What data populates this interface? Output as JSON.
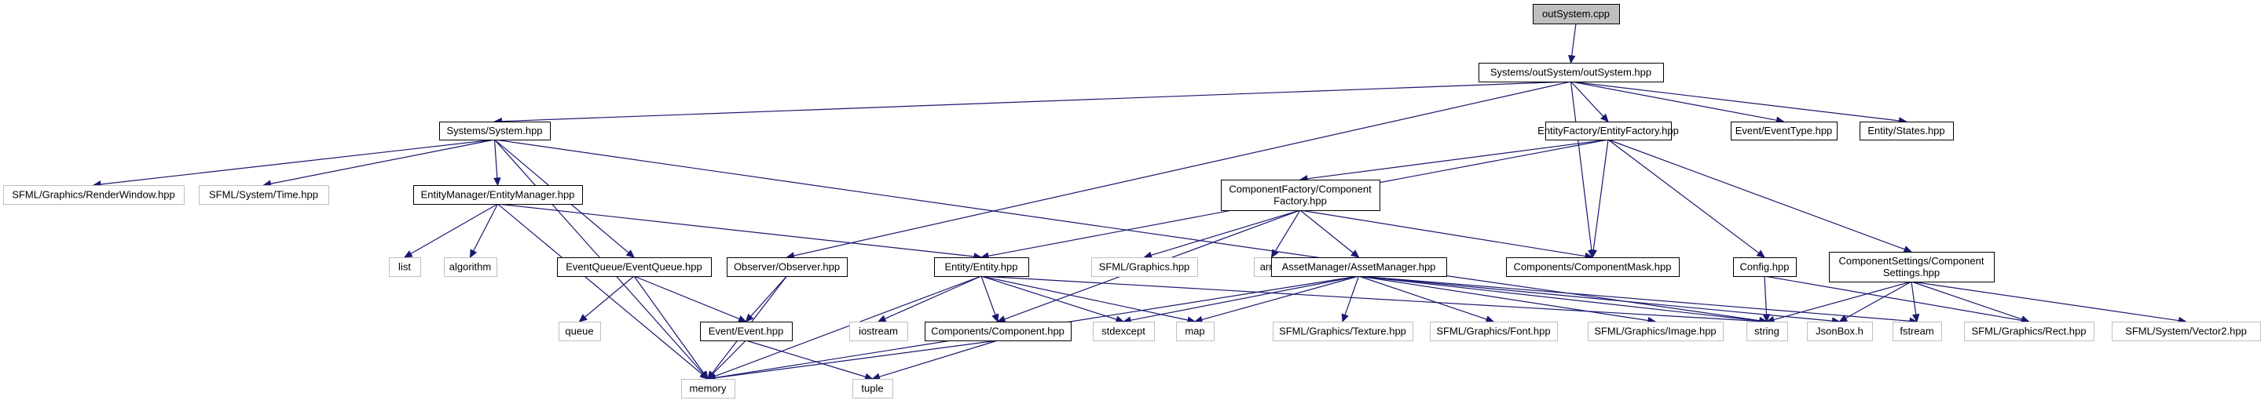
{
  "diagram": {
    "title": "",
    "colors": {
      "edge": "#191970",
      "root_fill": "#bfbfbf",
      "linked_border": "#000000",
      "system_border": "#bfbfbf",
      "node_fill": "#ffffff"
    },
    "nodes": [
      {
        "id": "root",
        "lines": [
          "outSystem.cpp"
        ],
        "kind": "root"
      },
      {
        "id": "outsys",
        "lines": [
          "Systems/outSystem/outSystem.hpp"
        ],
        "kind": "linked"
      },
      {
        "id": "system",
        "lines": [
          "Systems/System.hpp"
        ],
        "kind": "linked"
      },
      {
        "id": "entfactory",
        "lines": [
          "EntityFactory/EntityFactory.hpp"
        ],
        "kind": "linked"
      },
      {
        "id": "eventtype",
        "lines": [
          "Event/EventType.hpp"
        ],
        "kind": "linked"
      },
      {
        "id": "states",
        "lines": [
          "Entity/States.hpp"
        ],
        "kind": "linked"
      },
      {
        "id": "renderwindow",
        "lines": [
          "SFML/Graphics/RenderWindow.hpp"
        ],
        "kind": "system"
      },
      {
        "id": "time",
        "lines": [
          "SFML/System/Time.hpp"
        ],
        "kind": "system"
      },
      {
        "id": "entmanager",
        "lines": [
          "EntityManager/EntityManager.hpp"
        ],
        "kind": "linked"
      },
      {
        "id": "compfactory",
        "lines": [
          "ComponentFactory/Component",
          "Factory.hpp"
        ],
        "kind": "linked"
      },
      {
        "id": "compsettings",
        "lines": [
          "ComponentSettings/Component",
          "Settings.hpp"
        ],
        "kind": "linked"
      },
      {
        "id": "list",
        "lines": [
          "list"
        ],
        "kind": "system"
      },
      {
        "id": "algorithm",
        "lines": [
          "algorithm"
        ],
        "kind": "system"
      },
      {
        "id": "eventqueue",
        "lines": [
          "EventQueue/EventQueue.hpp"
        ],
        "kind": "linked"
      },
      {
        "id": "observer",
        "lines": [
          "Observer/Observer.hpp"
        ],
        "kind": "linked"
      },
      {
        "id": "entity",
        "lines": [
          "Entity/Entity.hpp"
        ],
        "kind": "linked"
      },
      {
        "id": "sfmlgraphics",
        "lines": [
          "SFML/Graphics.hpp"
        ],
        "kind": "system"
      },
      {
        "id": "array",
        "lines": [
          "array"
        ],
        "kind": "system"
      },
      {
        "id": "assetmanager",
        "lines": [
          "AssetManager/AssetManager.hpp"
        ],
        "kind": "linked"
      },
      {
        "id": "compmask",
        "lines": [
          "Components/ComponentMask.hpp"
        ],
        "kind": "linked"
      },
      {
        "id": "config",
        "lines": [
          "Config.hpp"
        ],
        "kind": "linked"
      },
      {
        "id": "queue",
        "lines": [
          "queue"
        ],
        "kind": "system"
      },
      {
        "id": "event",
        "lines": [
          "Event/Event.hpp"
        ],
        "kind": "linked"
      },
      {
        "id": "iostream",
        "lines": [
          "iostream"
        ],
        "kind": "system"
      },
      {
        "id": "component",
        "lines": [
          "Components/Component.hpp"
        ],
        "kind": "linked"
      },
      {
        "id": "stdexcept",
        "lines": [
          "stdexcept"
        ],
        "kind": "system"
      },
      {
        "id": "map",
        "lines": [
          "map"
        ],
        "kind": "system"
      },
      {
        "id": "texture",
        "lines": [
          "SFML/Graphics/Texture.hpp"
        ],
        "kind": "system"
      },
      {
        "id": "font",
        "lines": [
          "SFML/Graphics/Font.hpp"
        ],
        "kind": "system"
      },
      {
        "id": "image",
        "lines": [
          "SFML/Graphics/Image.hpp"
        ],
        "kind": "system"
      },
      {
        "id": "string",
        "lines": [
          "string"
        ],
        "kind": "system"
      },
      {
        "id": "jsonbox",
        "lines": [
          "JsonBox.h"
        ],
        "kind": "system"
      },
      {
        "id": "fstream",
        "lines": [
          "fstream"
        ],
        "kind": "system"
      },
      {
        "id": "rect",
        "lines": [
          "SFML/Graphics/Rect.hpp"
        ],
        "kind": "system"
      },
      {
        "id": "vector2",
        "lines": [
          "SFML/System/Vector2.hpp"
        ],
        "kind": "system"
      },
      {
        "id": "memory",
        "lines": [
          "memory"
        ],
        "kind": "system"
      },
      {
        "id": "tuple",
        "lines": [
          "tuple"
        ],
        "kind": "system"
      }
    ],
    "edges": [
      [
        "root",
        "outsys"
      ],
      [
        "outsys",
        "system"
      ],
      [
        "outsys",
        "observer"
      ],
      [
        "outsys",
        "compmask"
      ],
      [
        "outsys",
        "entfactory"
      ],
      [
        "outsys",
        "eventtype"
      ],
      [
        "outsys",
        "states"
      ],
      [
        "system",
        "renderwindow"
      ],
      [
        "system",
        "time"
      ],
      [
        "system",
        "entmanager"
      ],
      [
        "system",
        "eventqueue"
      ],
      [
        "system",
        "memory"
      ],
      [
        "system",
        "string"
      ],
      [
        "entmanager",
        "list"
      ],
      [
        "entmanager",
        "algorithm"
      ],
      [
        "entmanager",
        "entity"
      ],
      [
        "entmanager",
        "memory"
      ],
      [
        "entfactory",
        "entity"
      ],
      [
        "entfactory",
        "compfactory"
      ],
      [
        "entfactory",
        "compmask"
      ],
      [
        "entfactory",
        "config"
      ],
      [
        "entfactory",
        "compsettings"
      ],
      [
        "compfactory",
        "component"
      ],
      [
        "compfactory",
        "sfmlgraphics"
      ],
      [
        "compfactory",
        "array"
      ],
      [
        "compfactory",
        "assetmanager"
      ],
      [
        "compfactory",
        "compmask"
      ],
      [
        "eventqueue",
        "queue"
      ],
      [
        "eventqueue",
        "event"
      ],
      [
        "eventqueue",
        "memory"
      ],
      [
        "observer",
        "event"
      ],
      [
        "observer",
        "memory"
      ],
      [
        "entity",
        "memory"
      ],
      [
        "entity",
        "iostream"
      ],
      [
        "entity",
        "component"
      ],
      [
        "entity",
        "stdexcept"
      ],
      [
        "entity",
        "map"
      ],
      [
        "entity",
        "string"
      ],
      [
        "assetmanager",
        "map"
      ],
      [
        "assetmanager",
        "stdexcept"
      ],
      [
        "assetmanager",
        "memory"
      ],
      [
        "assetmanager",
        "texture"
      ],
      [
        "assetmanager",
        "font"
      ],
      [
        "assetmanager",
        "image"
      ],
      [
        "assetmanager",
        "string"
      ],
      [
        "assetmanager",
        "jsonbox"
      ],
      [
        "assetmanager",
        "fstream"
      ],
      [
        "config",
        "string"
      ],
      [
        "config",
        "rect"
      ],
      [
        "compsettings",
        "string"
      ],
      [
        "compsettings",
        "jsonbox"
      ],
      [
        "compsettings",
        "fstream"
      ],
      [
        "compsettings",
        "rect"
      ],
      [
        "compsettings",
        "vector2"
      ],
      [
        "event",
        "memory"
      ],
      [
        "event",
        "tuple"
      ],
      [
        "component",
        "memory"
      ],
      [
        "component",
        "tuple"
      ]
    ]
  }
}
